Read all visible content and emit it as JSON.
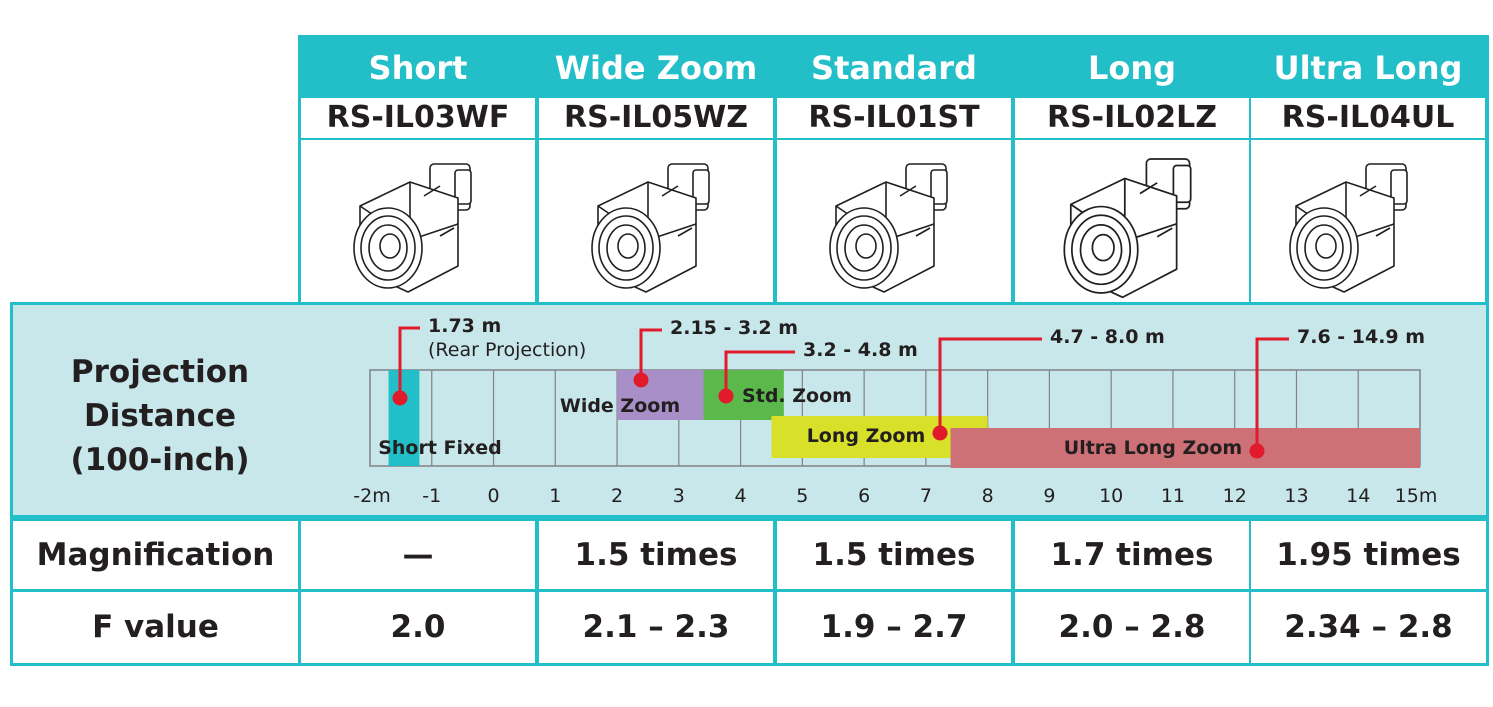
{
  "columns": [
    {
      "category": "Short",
      "model": "RS-IL03WF",
      "magnification": "—",
      "f_value": "2.0"
    },
    {
      "category": "Wide Zoom",
      "model": "RS-IL05WZ",
      "magnification": "1.5 times",
      "f_value": "2.1 – 2.3"
    },
    {
      "category": "Standard",
      "model": "RS-IL01ST",
      "magnification": "1.5 times",
      "f_value": "1.9 – 2.7"
    },
    {
      "category": "Long",
      "model": "RS-IL02LZ",
      "magnification": "1.7 times",
      "f_value": "2.0 – 2.8"
    },
    {
      "category": "Ultra Long",
      "model": "RS-IL04UL",
      "magnification": "1.95 times",
      "f_value": "2.34 – 2.8"
    }
  ],
  "rows": {
    "projection_label_line1": "Projection",
    "projection_label_line2": "Distance",
    "projection_label_line3": "(100-inch)",
    "magnification_label": "Magnification",
    "f_value_label": "F value"
  },
  "projection_chart": {
    "axis_ticks": [
      "-2m",
      "-1",
      "0",
      "1",
      "2",
      "3",
      "4",
      "5",
      "6",
      "7",
      "8",
      "9",
      "10",
      "11",
      "12",
      "13",
      "14",
      "15m"
    ],
    "axis_range_m": [
      -2,
      15
    ],
    "bars": [
      {
        "label": "Short Fixed",
        "start_m": -1.7,
        "end_m": -1.2,
        "color": "#22bfc8"
      },
      {
        "label": "Wide Zoom",
        "start_m": 2.0,
        "end_m": 3.4,
        "color": "#a98fc8"
      },
      {
        "label": "Std. Zoom",
        "start_m": 3.4,
        "end_m": 4.7,
        "color": "#5bb84a"
      },
      {
        "label": "Long Zoom",
        "start_m": 4.5,
        "end_m": 8.0,
        "color": "#d8e02a"
      },
      {
        "label": "Ultra Long Zoom",
        "start_m": 7.4,
        "end_m": 15.0,
        "color": "#cd7176"
      }
    ],
    "callouts": [
      {
        "text": "1.73 m",
        "text2": "(Rear Projection)",
        "point_m": -1.47
      },
      {
        "text": "2.15 - 3.2 m",
        "point_m": 2.4
      },
      {
        "text": "3.2 - 4.8 m",
        "point_m": 3.5
      },
      {
        "text": "4.7 - 8.0 m",
        "point_m": 7.2
      },
      {
        "text": "7.6 - 14.9 m",
        "point_m": 12.4
      }
    ]
  },
  "colors": {
    "header_teal": "#22bfc8",
    "projection_bg": "#c8e7ea",
    "callout_red": "#e11b2b"
  }
}
